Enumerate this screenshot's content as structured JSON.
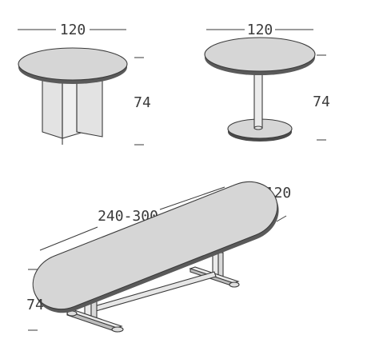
{
  "diagram": {
    "round_table_x_base": {
      "width_label": "120",
      "height_label": "74"
    },
    "round_table_pedestal": {
      "width_label": "120",
      "height_label": "74"
    },
    "oval_table": {
      "length_label": "240-300",
      "width_label": "120",
      "height_label": "74"
    },
    "colors": {
      "top_fill": "#d6d6d6",
      "metal_fill": "#ebebeb",
      "panel_fill": "#e3e3e3",
      "line": "#3a3a3a"
    }
  }
}
